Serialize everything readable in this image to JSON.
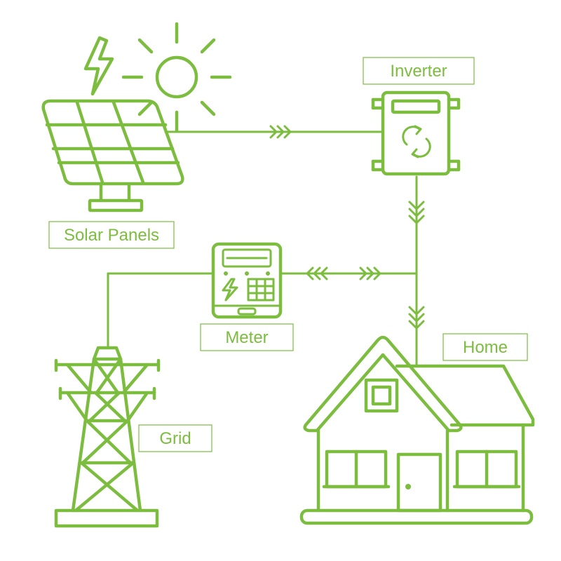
{
  "colors": {
    "accent": "#7cbd3f"
  },
  "labels": {
    "inverter": "Inverter",
    "solar_panels": "Solar Panels",
    "meter": "Meter",
    "home": "Home",
    "grid": "Grid"
  },
  "icons": {
    "sun": "sun-icon",
    "lightning": "lightning-bolt-icon",
    "solar_panel": "solar-panel-icon",
    "inverter": "inverter-icon",
    "meter": "electric-meter-icon",
    "tower": "transmission-tower-icon",
    "house": "house-icon"
  }
}
